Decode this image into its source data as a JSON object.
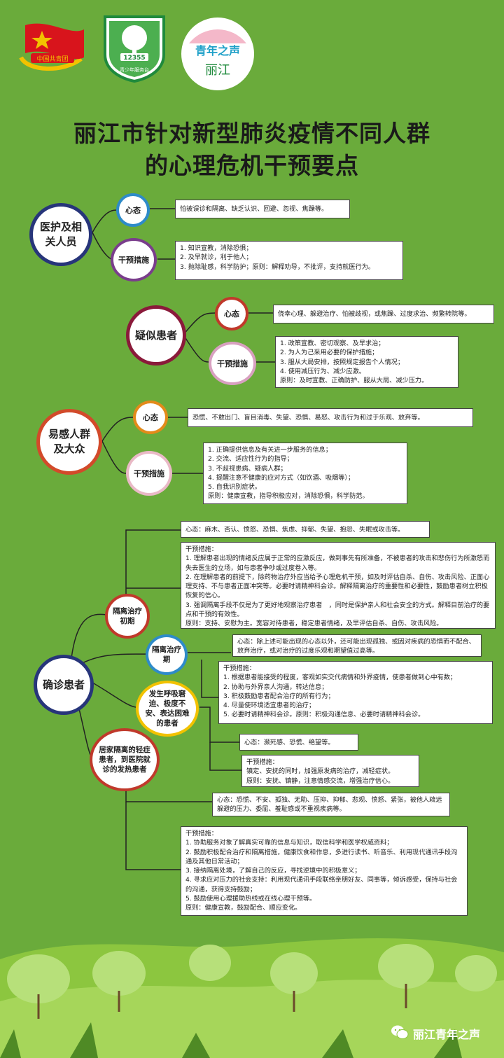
{
  "logos": {
    "youth_league": "中国共青团",
    "hotline_number": "12355",
    "hotline_org": "青少年服务台",
    "voice_line1": "青年之声",
    "voice_line2": "丽江"
  },
  "title": {
    "line1": "丽江市针对新型肺炎疫情不同人群",
    "line2": "的心理危机干预要点"
  },
  "groups": {
    "medical": {
      "name": "医护及相关人员",
      "mind_label": "心态",
      "mind_text": "怕被误诊和隔离、缺乏认识、回避、忽视、焦躁等。",
      "action_label": "干预措施",
      "action_lines": [
        "1. 知识宣教，消除恐惧；",
        "2. 及早就诊，利于他人；",
        "3. 抛除耻感，科学防护；原则：解释劝导，不批评，支持就医行为。"
      ]
    },
    "suspected": {
      "name": "疑似患者",
      "mind_label": "心态",
      "mind_text": "侥幸心理、躲避治疗、怕被歧视，或焦躁、过度求治、频繁转院等。",
      "action_label": "干预措施",
      "action_lines": [
        "1. 政策宣教、密切观察、及早求治；",
        "2. 为人为己采用必要的保护措施；",
        "3. 服从大局安排，按照规定报告个人情况；",
        "4. 使用减压行为、减少应激。",
        "原则：及时宣教、正确防护、服从大局、减少压力。"
      ]
    },
    "susceptible": {
      "name": "易感人群及大众",
      "mind_label": "心态",
      "mind_text": "恐慌、不敢出门、盲目消毒、失望、恐惧、易怒、攻击行为和过于乐观、放弃等。",
      "action_label": "干预措施",
      "action_lines": [
        "1. 正确提供信息及有关进一步服务的信息；",
        "2. 交流、适应性行为的指导；",
        "3. 不歧视患病、疑病人群；",
        "4. 提醒注意不健康的应对方式（如饮酒、吸烟等）；",
        "5. 自我识别症状。",
        "原则：健康宣教，指导积极应对，消除恐惧，科学防范。"
      ]
    },
    "confirmed": {
      "name": "确诊患者",
      "early": {
        "label": "隔离治疗初期",
        "mind_text": "心态：麻木、否认、愤怒、恐惧、焦虑、抑郁、失望、抱怨、失眠或攻击等。",
        "action_lines": [
          "干预措施：",
          "1. 理解患者出现的情绪反应属于正常的应激反应，做到事先有所准备，不被患者的攻击和悲伤行为所激怒而失去医生的立场，如与患者争吵或过度卷入等。",
          "2. 在理解患者的前提下，除药物治疗外应当给予心理危机干预，如及时评估自杀、自伤、攻击风险、正面心理支持、不与患者正面冲突等。必要时请精神科会诊。解释隔离治疗的重要性和必要性，鼓励患者树立积极恢复的信心。",
          "3. 强调隔离手段不仅是为了更好地观察治疗患者　，同时是保护亲人和社会安全的方式。解释目前治疗的要点和干预的有效性。",
          "原则：支持、安慰为主。宽容对待患者，稳定患者情绪，及早评估自杀、自伤、攻击风险。"
        ]
      },
      "period": {
        "label": "隔离治疗期",
        "mind_text": "心态：除上述可能出现的心态以外，还可能出现孤独、或因对疾病的恐惧而不配合、放弃治疗，或对治疗的过度乐观和期望值过高等。",
        "action_lines": [
          "干预措施：",
          "1. 根据患者能接受的程度，客观如实交代病情和外界疫情，使患者做到心中有数；",
          "2. 协助与外界亲人沟通，转达信息；",
          "3. 积极鼓励患者配合治疗的所有行为；",
          "4. 尽量使环境适宜患者的治疗；",
          "5. 必要时请精神科会诊。原则：积极沟通信息、必要时请精神科会诊。"
        ]
      },
      "severe": {
        "label": "发生呼吸窘迫、极度不安、表达困难的患者",
        "mind_text": "心态：濒死感、恐慌、绝望等。",
        "action_lines": [
          "干预措施：",
          "镇定、安抚的同时，加强原发病的治疗，减轻症状。",
          "原则：安抚、镇静，注意情感交流，增强治疗信心。"
        ]
      },
      "home": {
        "label": "居家隔离的轻症患者，到医院就诊的发热患者",
        "mind_text": "心态：恐慌、不安、孤独、无助、压抑、抑郁、悲观、愤怒、紧张，被他人疏远躲避的压力、委屈、羞耻感或不重视疾病等。",
        "action_lines": [
          "干预措施：",
          "1. 协助服务对象了解真实可靠的信息与知识，取信科学和医学权威资料；",
          "2. 鼓励积极配合治疗和隔离措施，健康饮食和作息，多进行读书、听音乐、利用现代通讯手段沟通及其他日常活动；",
          "3. 接纳隔离处境，了解自己的反应，寻找逆境中的积极意义；",
          "4. 寻求应对压力的社会支持：利用现代通讯手段联络亲朋好友、同事等，倾诉感受，保持与社会的沟通，获得支持鼓励；",
          "5. 鼓励使用心理援助热线或在线心理干预等。",
          " 原则：健康宣教，鼓励配合、顺应变化。"
        ]
      }
    }
  },
  "footer": {
    "account": "丽江青年之声"
  },
  "colors": {
    "background": "#6aab3b",
    "ground": "#8cc63f",
    "main_border": "#27357a",
    "line": "#222222",
    "mind_border": "#2e8bc9",
    "action_border": "#7a3d8c",
    "suspect_border": "#8a1a3a",
    "susceptible_border": "#d24a2a",
    "confirmed_border": "#c0392b"
  }
}
